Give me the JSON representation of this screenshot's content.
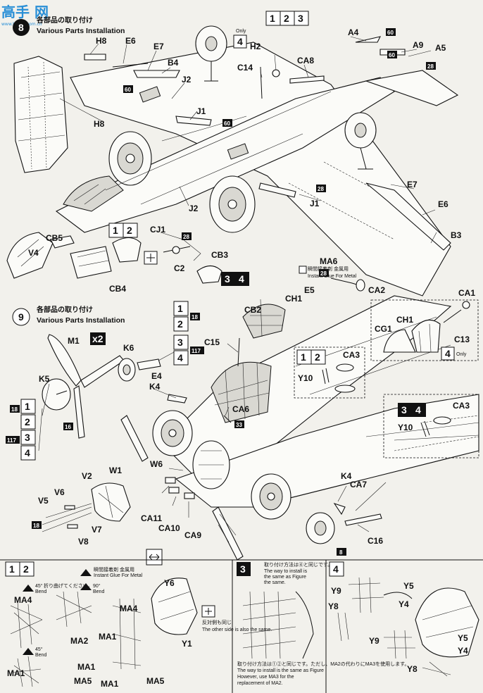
{
  "watermark": {
    "text": "高手 网",
    "sub": "www.hobby.com.cn"
  },
  "step8": {
    "number": "8",
    "title_jp": "各部品の取り付け",
    "title_en": "Various Parts Installation"
  },
  "step9": {
    "number": "9",
    "title_jp": "各部品の取り付け",
    "title_en": "Various Parts Installation"
  },
  "version_badges": {
    "top": [
      "1",
      "2",
      "3"
    ],
    "only4": {
      "num": "4",
      "label": "Only"
    },
    "cj1": [
      "1",
      "2"
    ],
    "cb3": [
      "3",
      "4"
    ],
    "y10a": [
      "1",
      "2"
    ],
    "y10b": [
      "3",
      "4"
    ],
    "ca1_only4": {
      "num": "4",
      "label": "Only"
    }
  },
  "multiplier": "x2",
  "glue_note": {
    "jp": "瞬間接着剤 金属用",
    "en": "Instant Glue For Metal"
  },
  "color_tags": {
    "t60a": "60",
    "t60b": "60",
    "t60c": "60",
    "t60d": "60",
    "t28a": "28",
    "t28b": "28",
    "t28c": "28",
    "t28d": "28",
    "t33": "33",
    "t18a": "18",
    "t18b": "18",
    "t16": "16",
    "t117a": "117",
    "t117b": "117",
    "t8": "8"
  },
  "prop_versions": {
    "right": [
      {
        "num": "1",
        "tag": "18"
      },
      {
        "num": "2",
        "tag": ""
      },
      {
        "num": "3",
        "tag": "117"
      },
      {
        "num": "4",
        "tag": ""
      }
    ],
    "left": [
      {
        "num": "1",
        "tag": "18"
      },
      {
        "num": "2",
        "tag": ""
      },
      {
        "num": "3",
        "tag": "117"
      },
      {
        "num": "4",
        "tag": ""
      }
    ]
  },
  "parts": {
    "H8a": "H8",
    "E6a": "E6",
    "E7a": "E7",
    "B4": "B4",
    "J2a": "J2",
    "J1a": "J1",
    "H8b": "H8",
    "J2b": "J2",
    "J1b": "J1",
    "H2": "H2",
    "C14": "C14",
    "CA8": "CA8",
    "A4": "A4",
    "A9": "A9",
    "A5": "A5",
    "E7b": "E7",
    "E6b": "E6",
    "B3": "B3",
    "CB5": "CB5",
    "V4": "V4",
    "CB4": "CB4",
    "CJ1": "CJ1",
    "C2": "C2",
    "CB3": "CB3",
    "MA6": "MA6",
    "CA2": "CA2",
    "E5": "E5",
    "CH1a": "CH1",
    "CB2": "CB2",
    "CA1": "CA1",
    "CH1b": "CH1",
    "CG1": "CG1",
    "C13": "C13",
    "M1": "M1",
    "K6": "K6",
    "K5": "K5",
    "E4": "E4",
    "K4a": "K4",
    "C15": "C15",
    "Y10a": "Y10",
    "CA3a": "CA3",
    "CA3b": "CA3",
    "Y10b": "Y10",
    "CA6": "CA6",
    "W6": "W6",
    "V2": "V2",
    "W1": "W1",
    "V6": "V6",
    "V5": "V5",
    "V7": "V7",
    "V8": "V8",
    "CA11": "CA11",
    "CA10": "CA10",
    "CA9": "CA9",
    "K4b": "K4",
    "CA7": "CA7",
    "C16": "C16"
  },
  "sub_panels": {
    "p12": {
      "badges": [
        "1",
        "2"
      ],
      "bend45a": {
        "deg": "45°",
        "jp": "折り曲げてください。",
        "en": "Bend"
      },
      "bend90": {
        "deg": "90°",
        "en": "Bend"
      },
      "bend45b": {
        "deg": "45°",
        "en": "Bend"
      },
      "glue_jp": "瞬間接着剤 金属用",
      "glue_en": "Instant Glue For Metal",
      "other_side_jp": "反対側も同じ",
      "other_side_en": "The other side is also the same.",
      "labels": {
        "Y6": "Y6",
        "MA4a": "MA4",
        "MA4b": "MA4",
        "MA2": "MA2",
        "MA1a": "MA1",
        "MA1b": "MA1",
        "MA1c": "MA1",
        "MA1d": "MA1",
        "MA5a": "MA5",
        "MA5b": "MA5",
        "Y1": "Y1"
      }
    },
    "p3": {
      "badge": "3",
      "note_jp": "取り付け方法は④と同じです。",
      "note_en_1": "The way to install is",
      "note_en_2": "the same as Figure",
      "note_en_3": "the same.",
      "bottom_jp": "取り付け方法は①②と同じです。ただし、MA2の代わりにMA3を使用します。",
      "bottom_en_1": "The way to install is the same as Figure",
      "bottom_en_2": "However, use MA3 for the",
      "bottom_en_3": "replacement of MA2."
    },
    "p4": {
      "badge": "4",
      "labels": {
        "Y9a": "Y9",
        "Y5a": "Y5",
        "Y8a": "Y8",
        "Y4a": "Y4",
        "Y9b": "Y9",
        "Y5b": "Y5",
        "Y4b": "Y4",
        "Y8b": "Y8"
      }
    }
  }
}
